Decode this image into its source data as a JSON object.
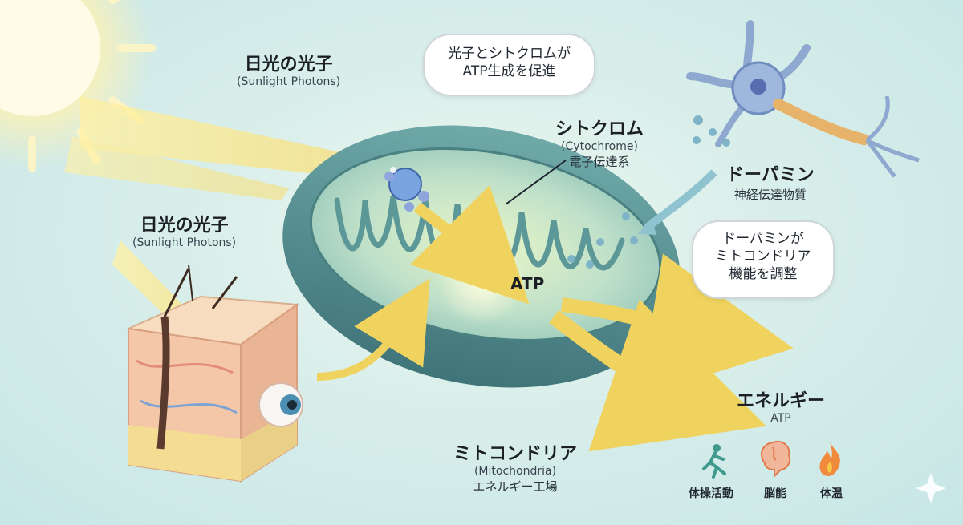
{
  "labels": {
    "sun_top": {
      "jp": "日光の光子",
      "en": "(Sunlight Photons)"
    },
    "sun_left": {
      "jp": "日光の光子",
      "en": "(Sunlight Photons)"
    },
    "cytochrome": {
      "jp": "シトクロム",
      "en": "(Cytochrome)",
      "sub": "電子伝達系"
    },
    "dopamine": {
      "jp": "ドーパミン",
      "sub": "神経伝達物質"
    },
    "mitochondria": {
      "jp": "ミトコンドリア",
      "en": "(Mitochondria)",
      "sub": "エネルギー工場"
    },
    "energy": {
      "jp": "エネルギー",
      "sub": "ATP"
    },
    "atp_center": "ATP"
  },
  "bubbles": {
    "photon_cytochrome": {
      "line1": "光子とシトクロムが",
      "line2": "ATP生成を促進"
    },
    "dopamine_mito": {
      "line1": "ドーパミンが",
      "line2": "ミトコンドリア",
      "line3": "機能を調整"
    }
  },
  "outcomes": [
    {
      "label": "体操活動",
      "icon": "running-person-icon"
    },
    {
      "label": "脳能",
      "icon": "brain-icon"
    },
    {
      "label": "体温",
      "icon": "flame-icon"
    }
  ],
  "colors": {
    "sun": "#fff3b0",
    "arrow_yellow": "#f4dc72",
    "mitochondria_body": "#5f9a9a",
    "mitochondria_inner": "#bfe3cf",
    "neuron": "#8fa8cf",
    "axon": "#e7b36a",
    "arrow_blue": "#8fc3cf"
  }
}
